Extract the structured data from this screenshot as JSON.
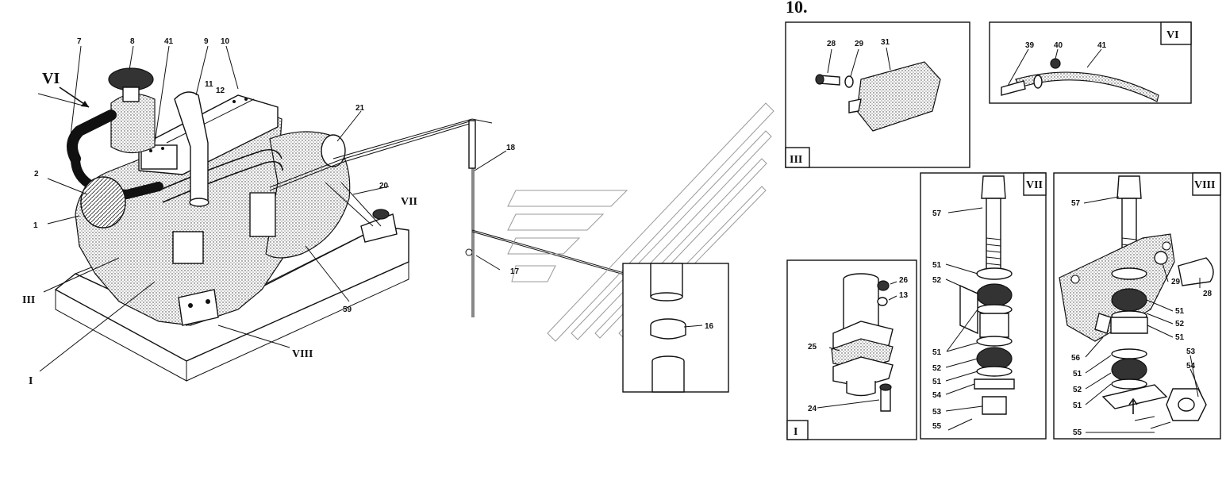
{
  "figure_number": "10.",
  "main_view": {
    "labels": [
      "7",
      "8",
      "41",
      "9",
      "10",
      "11",
      "12",
      "21",
      "18",
      "2",
      "20",
      "VII",
      "1",
      "III",
      "59",
      "17",
      "16",
      "VIII",
      "I"
    ],
    "view_arrow_label": "VI"
  },
  "insets": {
    "III": {
      "roman": "III",
      "parts": [
        "28",
        "29",
        "31"
      ]
    },
    "VI": {
      "roman": "VI",
      "parts": [
        "39",
        "40",
        "41"
      ]
    },
    "I": {
      "roman": "I",
      "parts": [
        "26",
        "13",
        "25",
        "24"
      ]
    },
    "VII": {
      "roman": "VII",
      "parts": [
        "57",
        "51",
        "52",
        "51",
        "52",
        "51",
        "54",
        "53",
        "55"
      ]
    },
    "VIII": {
      "roman": "VIII",
      "parts": [
        "57",
        "29",
        "28",
        "51",
        "52",
        "51",
        "56",
        "53",
        "54",
        "51",
        "52",
        "51",
        "55"
      ]
    }
  },
  "colors": {
    "ink": "#111111",
    "background": "#ffffff"
  }
}
